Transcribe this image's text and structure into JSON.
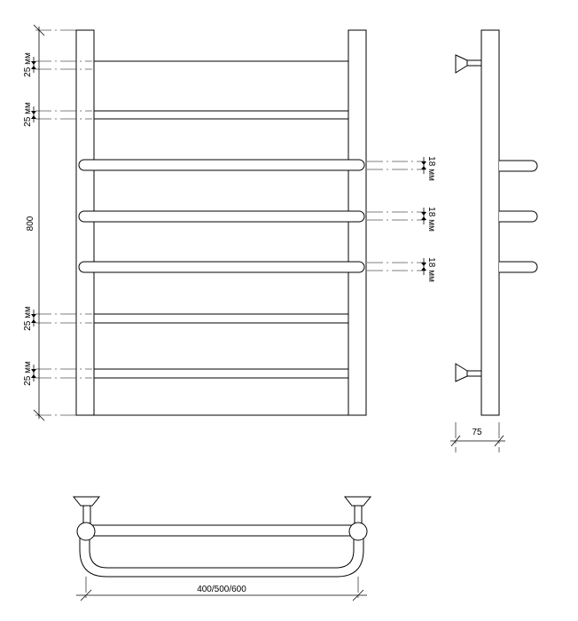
{
  "colors": {
    "line": "#000000",
    "background": "#ffffff"
  },
  "front_view": {
    "gap_labels": [
      "25 мм",
      "25 мм",
      "25 мм",
      "25 мм"
    ],
    "height_label": "800",
    "bar_labels": [
      "18 мм",
      "18 мм",
      "18 мм"
    ]
  },
  "side_view": {
    "depth_label": "75"
  },
  "top_view": {
    "width_label": "400/500/600"
  }
}
